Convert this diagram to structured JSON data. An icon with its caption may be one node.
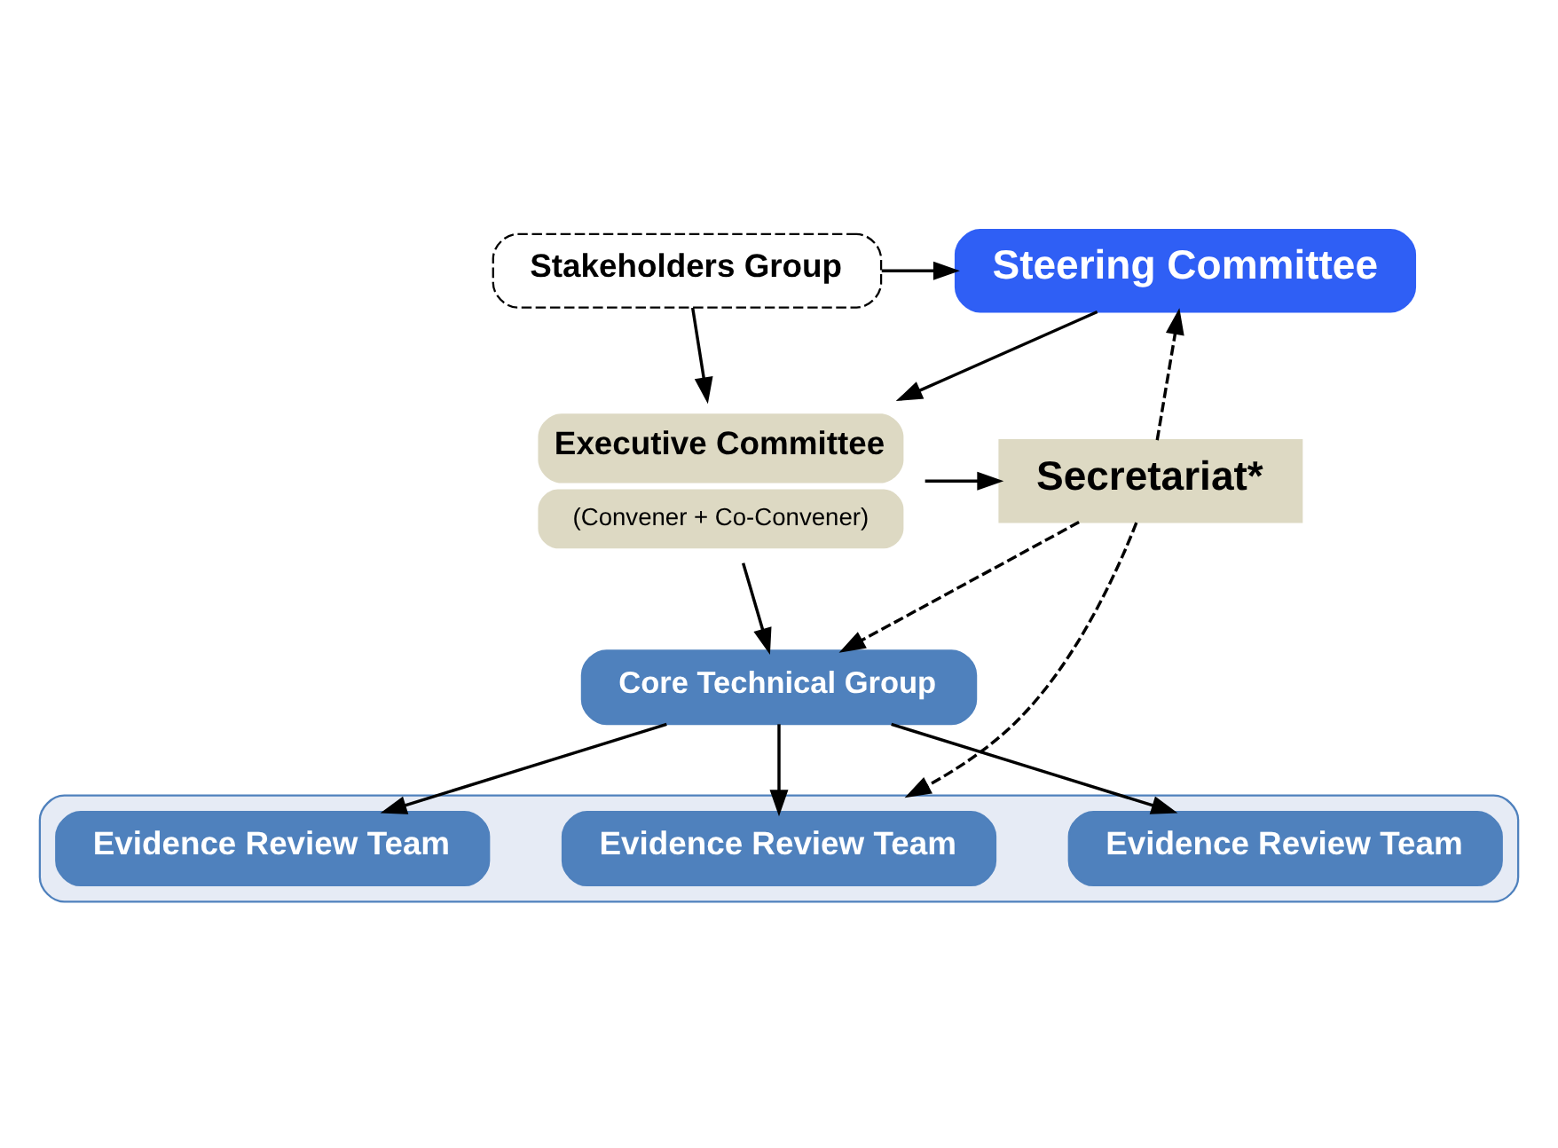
{
  "diagram": {
    "nodes": [
      {
        "text": [
          "Stakeholders Group"
        ]
      },
      {
        "text": [
          "Steering Committee"
        ]
      },
      {
        "text": [
          "Executive Committee",
          "(Convener + Co-Convener)"
        ]
      },
      {
        "text": [
          "Secretariat*"
        ]
      },
      {
        "text": [
          "Core Technical Group"
        ]
      },
      {
        "text": [],
        "shape": "box"
      },
      {
        "text": [
          "Evidence Review Team"
        ],
        "in": 5
      },
      {
        "text": [
          "Evidence Review Team"
        ],
        "in": 5
      },
      {
        "text": [
          "Evidence Review Team"
        ],
        "in": 5
      }
    ],
    "edges": [
      {
        "from": 0,
        "to": 1,
        "arrow": "to"
      },
      {
        "from": 0,
        "to": 2,
        "arrow": "to"
      },
      {
        "from": 1,
        "to": 2,
        "arrow": "to"
      },
      {
        "from": 2,
        "to": 3,
        "arrow": "to"
      },
      {
        "from": 2,
        "to": 4,
        "arrow": "to"
      },
      {
        "from": 3,
        "to": 1,
        "arrow": "to",
        "style": "dashed"
      },
      {
        "from": 3,
        "to": 4,
        "arrow": "to",
        "style": "dashed"
      },
      {
        "from": 3,
        "to": 5,
        "arrow": "to",
        "style": "dashed"
      },
      {
        "from": 4,
        "to": 6,
        "arrow": "to"
      },
      {
        "from": 4,
        "to": 7,
        "arrow": "to"
      },
      {
        "from": 4,
        "to": 8,
        "arrow": "to"
      }
    ]
  }
}
